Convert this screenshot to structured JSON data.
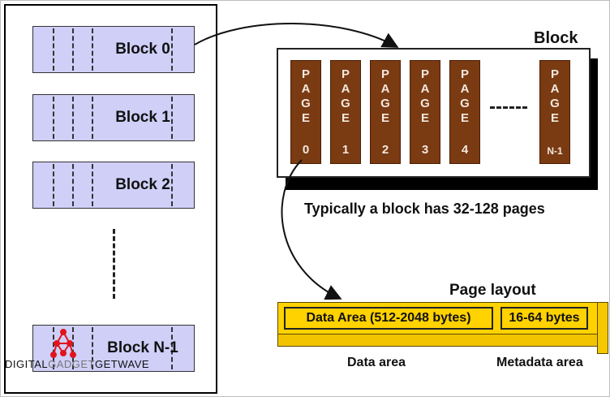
{
  "blocks": [
    "Block 0",
    "Block 1",
    "Block 2",
    "Block N-1"
  ],
  "block_detail": {
    "title": "Block",
    "page_word": [
      "P",
      "A",
      "G",
      "E"
    ],
    "page_numbers": [
      "0",
      "1",
      "2",
      "3",
      "4",
      "N-1"
    ],
    "ellipsis": "----",
    "caption": "Typically a block has 32-128 pages"
  },
  "page_layout": {
    "title": "Page layout",
    "data_field": "Data Area (512-2048 bytes)",
    "meta_field": "16-64 bytes",
    "data_label": "Data area",
    "meta_label": "Metadata area"
  },
  "watermark": {
    "part1": "DIGITAL",
    "part2": "GADGET",
    "part3": "GETWAVE"
  },
  "colors": {
    "block_fill": "#cfcff8",
    "page_fill": "#7a3a12",
    "layout_fill": "#ffd200",
    "watermark_logo": "#e0141e"
  }
}
